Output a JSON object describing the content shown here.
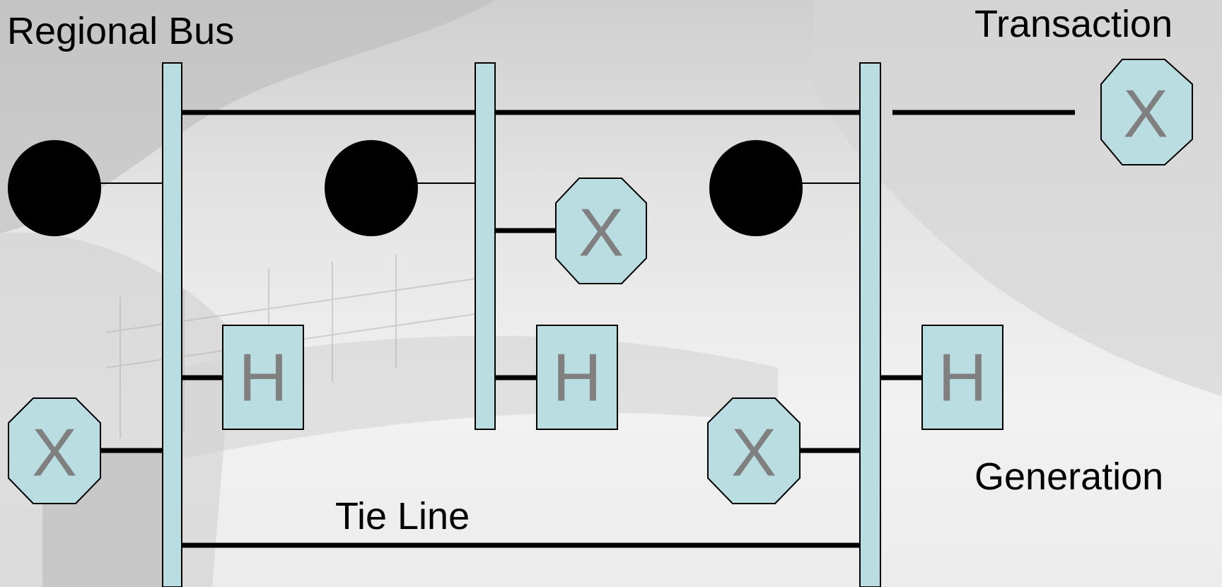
{
  "labels": {
    "regional_bus": "Regional Bus",
    "transaction": "Transaction",
    "generation": "Generation",
    "tie_line": "Tie Line"
  },
  "symbols": {
    "transaction": "X",
    "generator": "H"
  },
  "colors": {
    "bus_fill": "#b9dde0",
    "node_fill": "#b9dde0",
    "glyph": "#808080",
    "line": "#000000",
    "load": "#000000"
  }
}
